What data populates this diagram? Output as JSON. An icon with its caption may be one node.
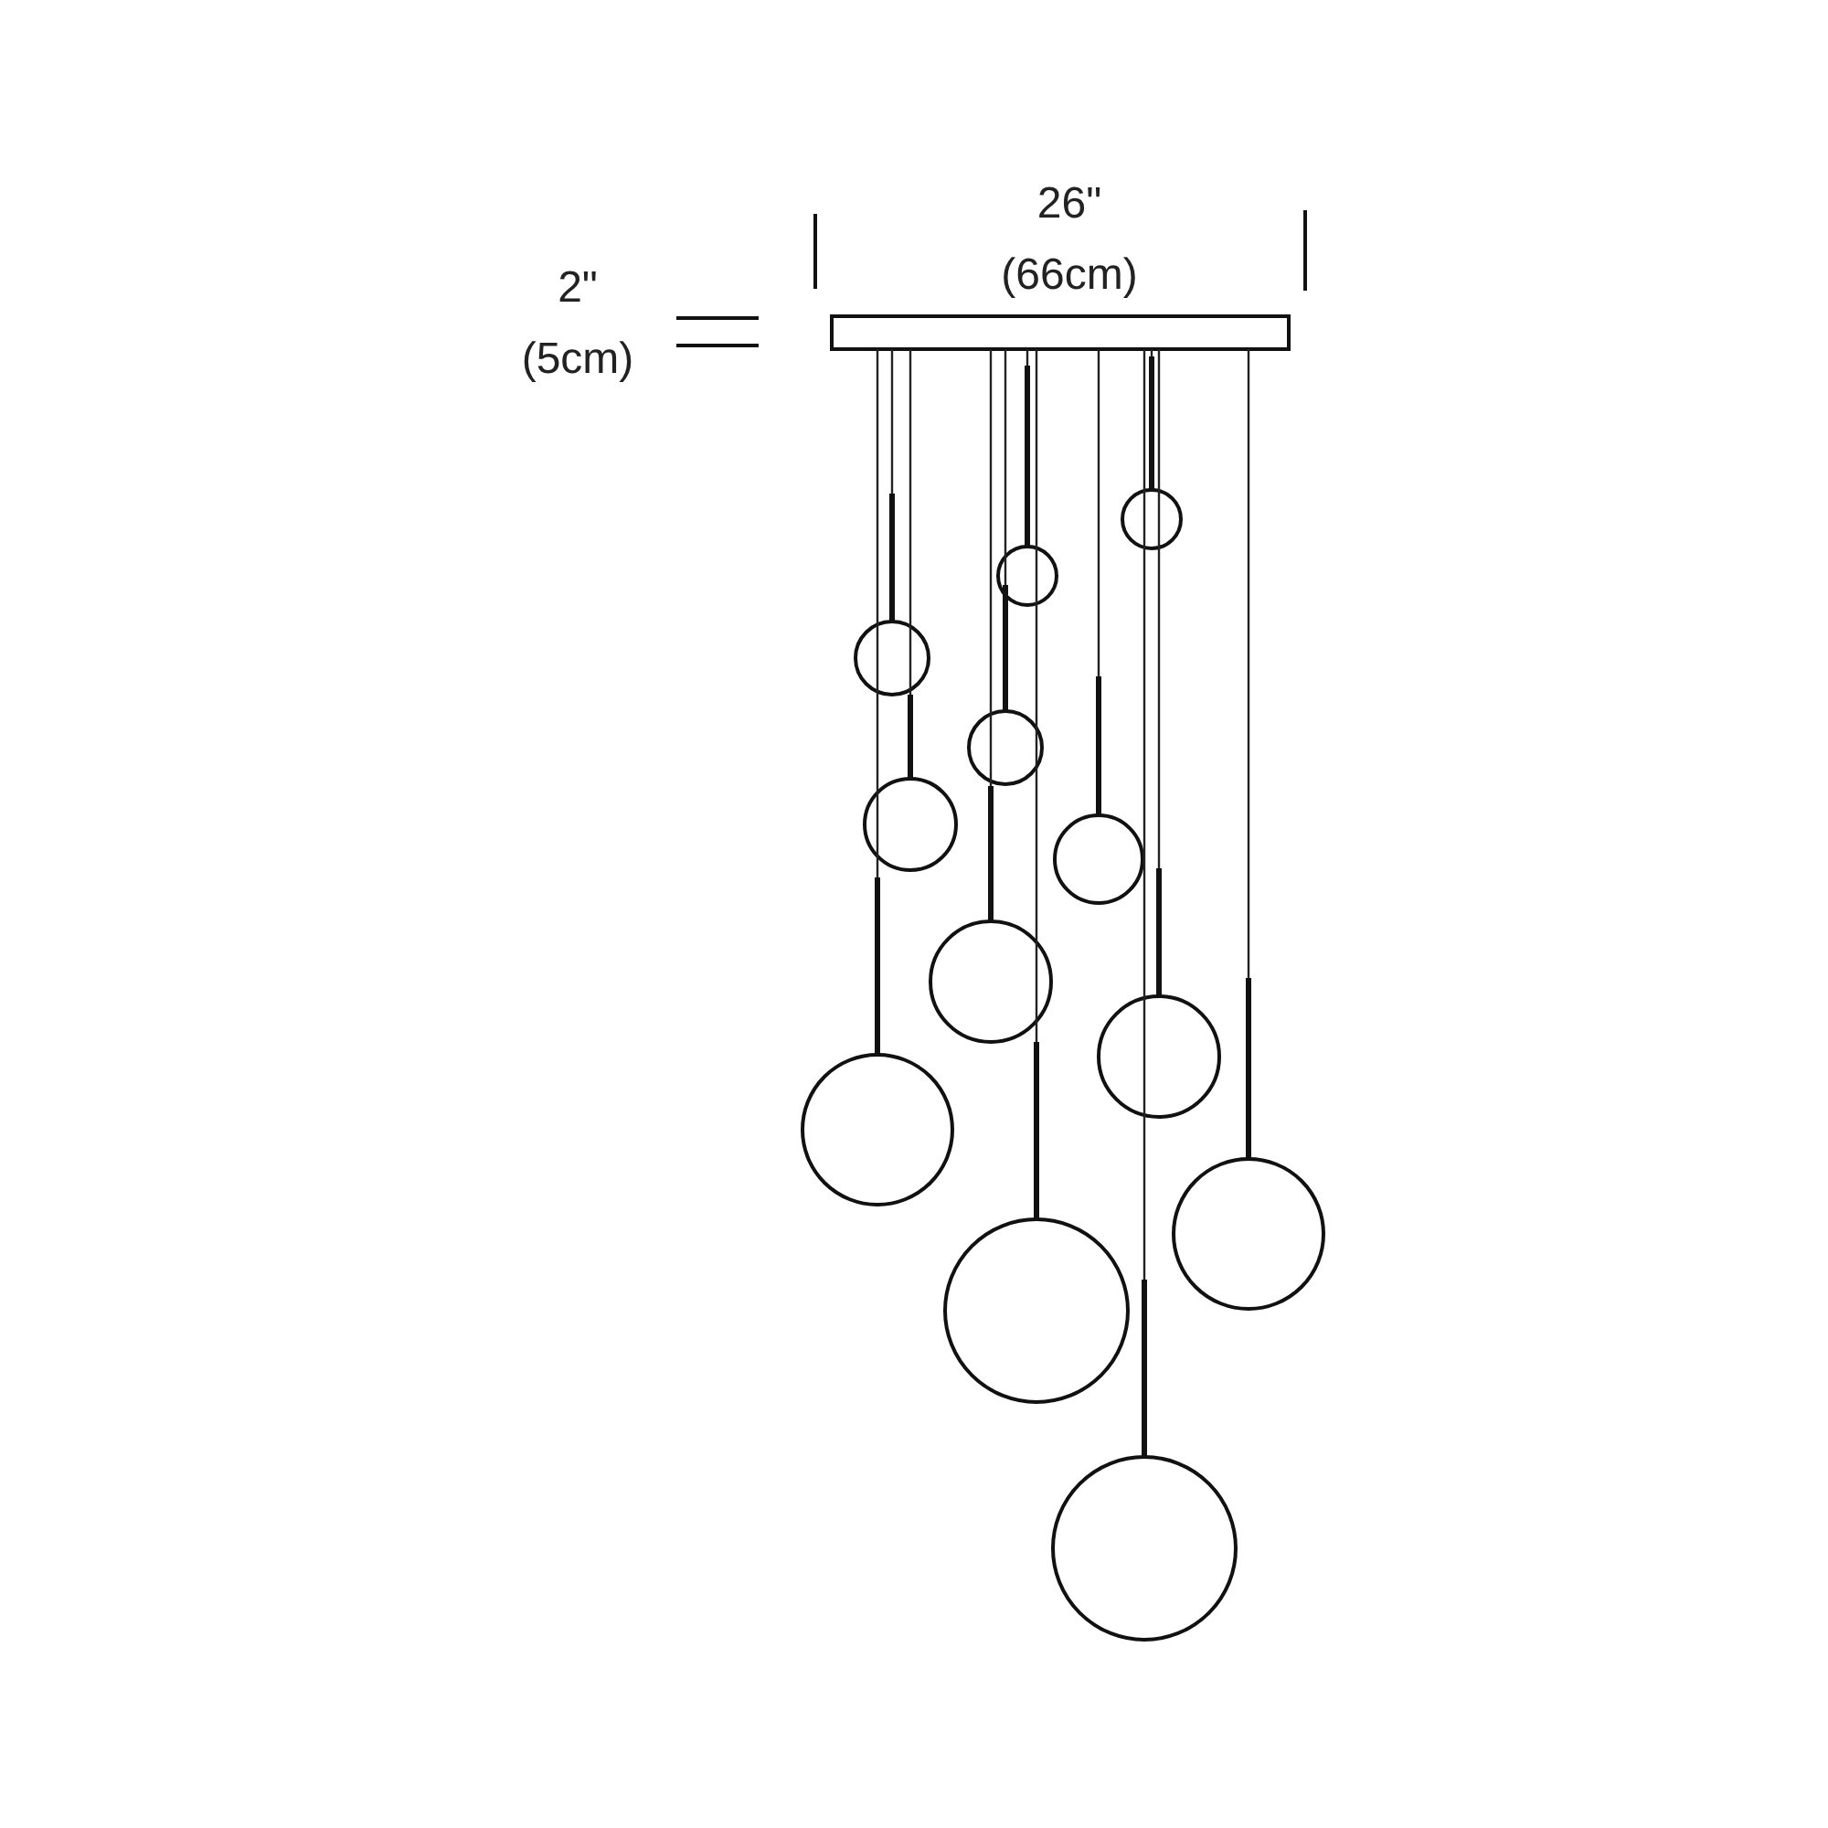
{
  "diagram": {
    "labels": [
      "26\"",
      "(66cm)",
      "2\"",
      "(5cm)"
    ]
  }
}
